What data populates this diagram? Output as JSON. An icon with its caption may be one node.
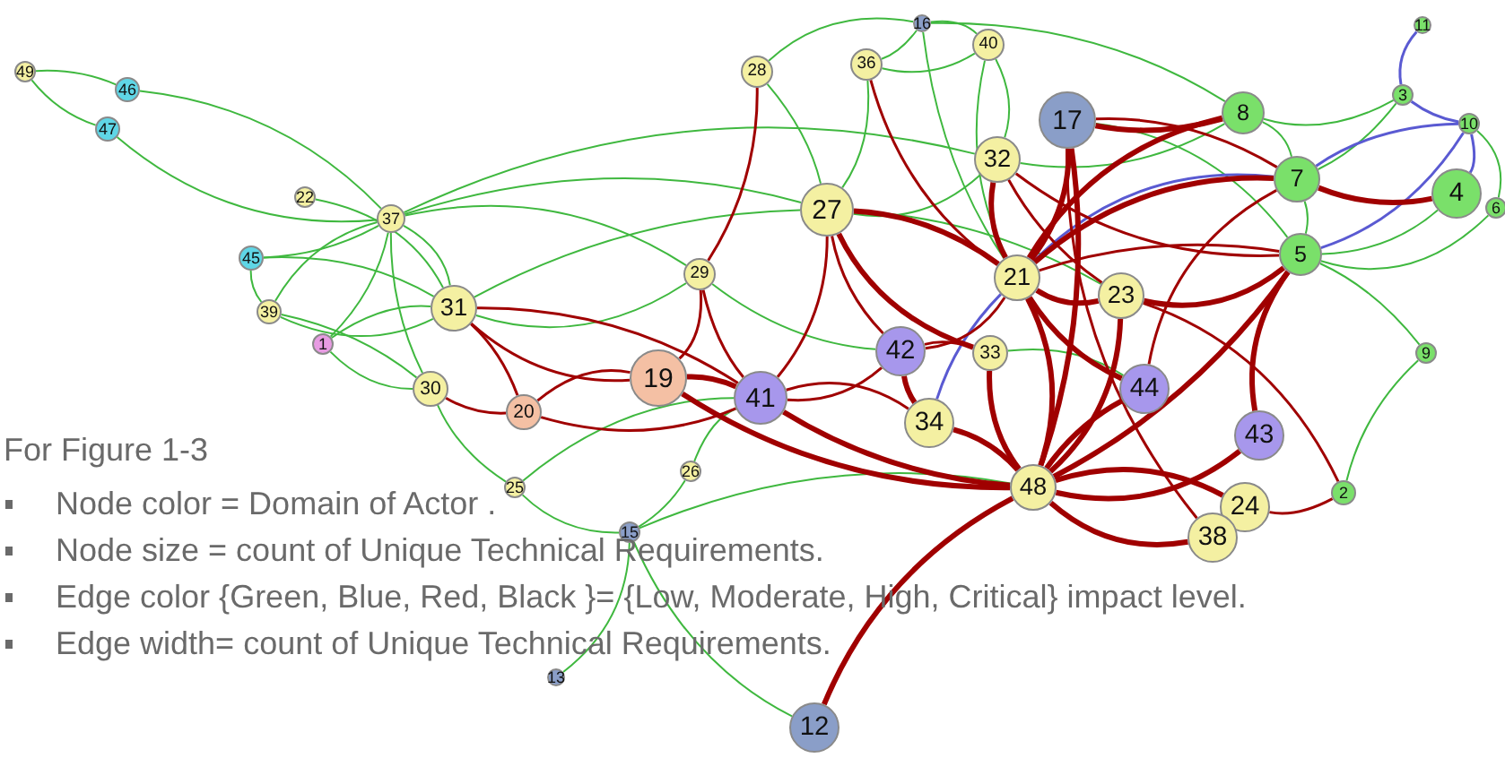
{
  "diagram": {
    "nodes": [
      {
        "text": [
          "49"
        ]
      },
      {
        "text": [
          "46"
        ]
      },
      {
        "text": [
          "47"
        ]
      },
      {
        "text": [
          "22"
        ]
      },
      {
        "text": [
          "37"
        ]
      },
      {
        "text": [
          "45"
        ]
      },
      {
        "text": [
          "39"
        ]
      },
      {
        "text": [
          "1"
        ]
      },
      {
        "text": [
          "31"
        ]
      },
      {
        "text": [
          "30"
        ]
      },
      {
        "text": [
          "20"
        ]
      },
      {
        "text": [
          "19"
        ]
      },
      {
        "text": [
          "25"
        ]
      },
      {
        "text": [
          "26"
        ]
      },
      {
        "text": [
          "15"
        ]
      },
      {
        "text": [
          "13"
        ]
      },
      {
        "text": [
          "12"
        ]
      },
      {
        "text": [
          "28"
        ]
      },
      {
        "text": [
          "36"
        ]
      },
      {
        "text": [
          "16"
        ]
      },
      {
        "text": [
          "40"
        ]
      },
      {
        "text": [
          "17"
        ]
      },
      {
        "text": [
          "32"
        ]
      },
      {
        "text": [
          "27"
        ]
      },
      {
        "text": [
          "29"
        ]
      },
      {
        "text": [
          "21"
        ]
      },
      {
        "text": [
          "23"
        ]
      },
      {
        "text": [
          "42"
        ]
      },
      {
        "text": [
          "33"
        ]
      },
      {
        "text": [
          "41"
        ]
      },
      {
        "text": [
          "34"
        ]
      },
      {
        "text": [
          "44"
        ]
      },
      {
        "text": [
          "43"
        ]
      },
      {
        "text": [
          "48"
        ]
      },
      {
        "text": [
          "24"
        ]
      },
      {
        "text": [
          "38"
        ]
      },
      {
        "text": [
          "2"
        ]
      },
      {
        "text": [
          "9"
        ]
      },
      {
        "text": [
          "5"
        ]
      },
      {
        "text": [
          "7"
        ]
      },
      {
        "text": [
          "8"
        ]
      },
      {
        "text": [
          "4"
        ]
      },
      {
        "text": [
          "6"
        ]
      },
      {
        "text": [
          "10"
        ]
      },
      {
        "text": [
          "3"
        ]
      },
      {
        "text": [
          "11"
        ]
      }
    ],
    "edges": [
      {
        "from": 0,
        "to": 1,
        "arrow": "none"
      },
      {
        "from": 0,
        "to": 2,
        "arrow": "none"
      },
      {
        "from": 1,
        "to": 4,
        "arrow": "none"
      },
      {
        "from": 2,
        "to": 4,
        "arrow": "none"
      },
      {
        "from": 3,
        "to": 8,
        "arrow": "none"
      },
      {
        "from": 5,
        "to": 4,
        "arrow": "none"
      },
      {
        "from": 5,
        "to": 8,
        "arrow": "none"
      },
      {
        "from": 5,
        "to": 6,
        "arrow": "none"
      },
      {
        "from": 6,
        "to": 4,
        "arrow": "none"
      },
      {
        "from": 6,
        "to": 8,
        "arrow": "none"
      },
      {
        "from": 6,
        "to": 9,
        "arrow": "none"
      },
      {
        "from": 7,
        "to": 4,
        "arrow": "none"
      },
      {
        "from": 7,
        "to": 8,
        "arrow": "none"
      },
      {
        "from": 7,
        "to": 9,
        "arrow": "none"
      },
      {
        "from": 4,
        "to": 8,
        "arrow": "none"
      },
      {
        "from": 4,
        "to": 9,
        "arrow": "none"
      },
      {
        "from": 4,
        "to": 23,
        "arrow": "none"
      },
      {
        "from": 4,
        "to": 22,
        "arrow": "none"
      },
      {
        "from": 4,
        "to": 24,
        "arrow": "none"
      },
      {
        "from": 8,
        "to": 24,
        "arrow": "none"
      },
      {
        "from": 8,
        "to": 23,
        "arrow": "none"
      },
      {
        "from": 9,
        "to": 12,
        "arrow": "none"
      },
      {
        "from": 12,
        "to": 29,
        "arrow": "none"
      },
      {
        "from": 12,
        "to": 14,
        "arrow": "none"
      },
      {
        "from": 14,
        "to": 15,
        "arrow": "none"
      },
      {
        "from": 14,
        "to": 13,
        "arrow": "none"
      },
      {
        "from": 14,
        "to": 33,
        "arrow": "none"
      },
      {
        "from": 14,
        "to": 16,
        "arrow": "none"
      },
      {
        "from": 13,
        "to": 29,
        "arrow": "none"
      },
      {
        "from": 17,
        "to": 19,
        "arrow": "none"
      },
      {
        "from": 17,
        "to": 23,
        "arrow": "none"
      },
      {
        "from": 18,
        "to": 19,
        "arrow": "none"
      },
      {
        "from": 18,
        "to": 23,
        "arrow": "none"
      },
      {
        "from": 18,
        "to": 20,
        "arrow": "none"
      },
      {
        "from": 19,
        "to": 20,
        "arrow": "none"
      },
      {
        "from": 19,
        "to": 25,
        "arrow": "none"
      },
      {
        "from": 19,
        "to": 40,
        "arrow": "none"
      },
      {
        "from": 20,
        "to": 25,
        "arrow": "none"
      },
      {
        "from": 20,
        "to": 22,
        "arrow": "none"
      },
      {
        "from": 23,
        "to": 22,
        "arrow": "none"
      },
      {
        "from": 23,
        "to": 26,
        "arrow": "none"
      },
      {
        "from": 24,
        "to": 27,
        "arrow": "none"
      },
      {
        "from": 28,
        "to": 31,
        "arrow": "none"
      },
      {
        "from": 40,
        "to": 44,
        "arrow": "none"
      },
      {
        "from": 40,
        "to": 39,
        "arrow": "none"
      },
      {
        "from": 39,
        "to": 44,
        "arrow": "none"
      },
      {
        "from": 39,
        "to": 38,
        "arrow": "none"
      },
      {
        "from": 38,
        "to": 41,
        "arrow": "none"
      },
      {
        "from": 38,
        "to": 42,
        "arrow": "none"
      },
      {
        "from": 43,
        "to": 42,
        "arrow": "none"
      },
      {
        "from": 38,
        "to": 37,
        "arrow": "none"
      },
      {
        "from": 37,
        "to": 36,
        "arrow": "none"
      },
      {
        "from": 40,
        "to": 22,
        "arrow": "none"
      },
      {
        "from": 38,
        "to": 21,
        "arrow": "none"
      },
      {
        "from": 44,
        "to": 45,
        "arrow": "none",
        "color": "#5a5ad2"
      },
      {
        "from": 44,
        "to": 43,
        "arrow": "none",
        "color": "#5a5ad2"
      },
      {
        "from": 39,
        "to": 43,
        "arrow": "none",
        "color": "#5a5ad2"
      },
      {
        "from": 38,
        "to": 43,
        "arrow": "none",
        "color": "#5a5ad2"
      },
      {
        "from": 43,
        "to": 41,
        "arrow": "none",
        "color": "#5a5ad2"
      },
      {
        "from": 39,
        "to": 25,
        "arrow": "none",
        "color": "#5a5ad2"
      },
      {
        "from": 30,
        "to": 25,
        "arrow": "none",
        "color": "#5a5ad2"
      },
      {
        "from": 39,
        "to": 41,
        "arrow": "none",
        "color": "#a00000",
        "style": "thick"
      },
      {
        "from": 36,
        "to": 34,
        "arrow": "none",
        "color": "#a00000"
      },
      {
        "from": 36,
        "to": 26,
        "arrow": "none",
        "color": "#a00000"
      },
      {
        "from": 32,
        "to": 33,
        "arrow": "none",
        "color": "#a00000",
        "style": "thick"
      },
      {
        "from": 31,
        "to": 33,
        "arrow": "none",
        "color": "#a00000",
        "style": "thick"
      },
      {
        "from": 31,
        "to": 25,
        "arrow": "none",
        "color": "#a00000",
        "style": "thick"
      },
      {
        "from": 33,
        "to": 16,
        "arrow": "none",
        "color": "#a00000",
        "style": "thick"
      },
      {
        "from": 33,
        "to": 34,
        "arrow": "none",
        "color": "#a00000",
        "style": "thick"
      },
      {
        "from": 33,
        "to": 35,
        "arrow": "none",
        "color": "#a00000",
        "style": "thick"
      },
      {
        "from": 33,
        "to": 29,
        "arrow": "none",
        "color": "#a00000",
        "style": "thick"
      },
      {
        "from": 33,
        "to": 30,
        "arrow": "none",
        "color": "#a00000",
        "style": "thick"
      },
      {
        "from": 33,
        "to": 28,
        "arrow": "none",
        "color": "#a00000",
        "style": "thick"
      },
      {
        "from": 33,
        "to": 25,
        "arrow": "none",
        "color": "#a00000",
        "style": "thick"
      },
      {
        "from": 33,
        "to": 21,
        "arrow": "none",
        "color": "#a00000",
        "style": "thick"
      },
      {
        "from": 33,
        "to": 38,
        "arrow": "none",
        "color": "#a00000",
        "style": "thick"
      },
      {
        "from": 33,
        "to": 11,
        "arrow": "none",
        "color": "#a00000",
        "style": "thick"
      },
      {
        "from": 25,
        "to": 21,
        "arrow": "none",
        "color": "#a00000",
        "style": "thick"
      },
      {
        "from": 25,
        "to": 40,
        "arrow": "none",
        "color": "#a00000",
        "style": "thick"
      },
      {
        "from": 25,
        "to": 39,
        "arrow": "none",
        "color": "#a00000",
        "style": "thick"
      },
      {
        "from": 25,
        "to": 38,
        "arrow": "none",
        "color": "#a00000"
      },
      {
        "from": 25,
        "to": 23,
        "arrow": "none",
        "color": "#a00000",
        "style": "thick"
      },
      {
        "from": 25,
        "to": 22,
        "arrow": "none",
        "color": "#a00000",
        "style": "thick"
      },
      {
        "from": 25,
        "to": 26,
        "arrow": "none",
        "color": "#a00000",
        "style": "thick"
      },
      {
        "from": 25,
        "to": 27,
        "arrow": "none",
        "color": "#a00000"
      },
      {
        "from": 21,
        "to": 40,
        "arrow": "none",
        "color": "#a00000",
        "style": "thick"
      },
      {
        "from": 21,
        "to": 39,
        "arrow": "none",
        "color": "#a00000"
      },
      {
        "from": 21,
        "to": 35,
        "arrow": "none",
        "color": "#a00000"
      },
      {
        "from": 26,
        "to": 33,
        "arrow": "none",
        "color": "#a00000",
        "style": "thick"
      },
      {
        "from": 26,
        "to": 38,
        "arrow": "none",
        "color": "#a00000",
        "style": "thick"
      },
      {
        "from": 26,
        "to": 22,
        "arrow": "none",
        "color": "#a00000"
      },
      {
        "from": 23,
        "to": 27,
        "arrow": "none",
        "color": "#a00000"
      },
      {
        "from": 23,
        "to": 29,
        "arrow": "none",
        "color": "#a00000"
      },
      {
        "from": 23,
        "to": 28,
        "arrow": "none",
        "color": "#a00000",
        "style": "thick"
      },
      {
        "from": 24,
        "to": 11,
        "arrow": "none",
        "color": "#a00000"
      },
      {
        "from": 24,
        "to": 29,
        "arrow": "none",
        "color": "#a00000"
      },
      {
        "from": 17,
        "to": 24,
        "arrow": "none",
        "color": "#a00000"
      },
      {
        "from": 18,
        "to": 25,
        "arrow": "none",
        "color": "#a00000"
      },
      {
        "from": 11,
        "to": 8,
        "arrow": "none",
        "color": "#a00000"
      },
      {
        "from": 11,
        "to": 10,
        "arrow": "none",
        "color": "#a00000"
      },
      {
        "from": 11,
        "to": 29,
        "arrow": "none",
        "color": "#a00000",
        "style": "thick"
      },
      {
        "from": 29,
        "to": 8,
        "arrow": "none",
        "color": "#a00000"
      },
      {
        "from": 29,
        "to": 10,
        "arrow": "none",
        "color": "#a00000"
      },
      {
        "from": 29,
        "to": 27,
        "arrow": "none",
        "color": "#a00000"
      },
      {
        "from": 29,
        "to": 30,
        "arrow": "none",
        "color": "#a00000"
      },
      {
        "from": 27,
        "to": 30,
        "arrow": "none",
        "color": "#a00000",
        "style": "thick"
      },
      {
        "from": 27,
        "to": 28,
        "arrow": "none",
        "color": "#a00000"
      },
      {
        "from": 22,
        "to": 38,
        "arrow": "none",
        "color": "#a00000"
      },
      {
        "from": 32,
        "to": 38,
        "arrow": "none",
        "color": "#a00000",
        "style": "thick"
      },
      {
        "from": 39,
        "to": 31,
        "arrow": "none",
        "color": "#a00000"
      },
      {
        "from": 8,
        "to": 10,
        "arrow": "none",
        "color": "#a00000"
      },
      {
        "from": 9,
        "to": 10,
        "arrow": "none",
        "color": "#a00000"
      }
    ],
    "labels": [
      "For Figure 1-3",
      "Node color = Domain of Actor .",
      "Node size = count of Unique Technical Requirements.",
      "Edge color {Green, Blue, Red, Black }= {Low, Moderate, High, Critical} impact level.",
      "Edge width= count of Unique Technical Requirements."
    ]
  }
}
